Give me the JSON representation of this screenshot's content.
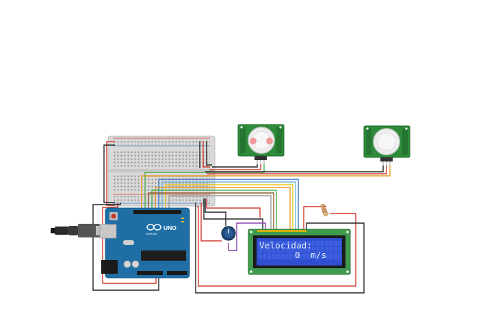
{
  "lcd": {
    "line1": "Velocidad:",
    "line2": "0  m/s"
  },
  "arduino": {
    "logo_text": "UNO",
    "brand": "ARDUINO"
  },
  "colors": {
    "breadboard": "#dcdcdc",
    "arduino": "#1f6fa6",
    "pir_board": "#2e8b3a",
    "lcd_board": "#3f9b4e",
    "lcd_screen": "#2f4fd0",
    "wire_red": "#d33a2c",
    "wire_black": "#222222",
    "wire_green": "#4caf50",
    "wire_orange": "#e89b1f",
    "wire_yellow": "#e6c817",
    "wire_blue": "#3b78c9",
    "wire_purple": "#8a3ea8",
    "wire_brown": "#8b5a2b",
    "wire_gray": "#9a9a9a"
  },
  "components": {
    "breadboard": "breadboard-small",
    "pir_sensors": [
      "pir-sensor-left",
      "pir-sensor-right"
    ],
    "potentiometer": "potentiometer",
    "resistor": "resistor",
    "usb_cable": "usb-cable"
  }
}
